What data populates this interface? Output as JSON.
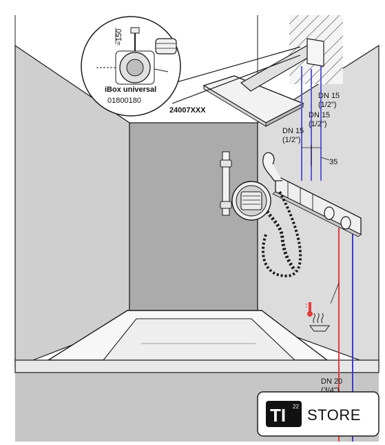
{
  "labels": {
    "ibox": "iBox universal",
    "ibox_code": "01800180",
    "product_code": "24007XXX",
    "pipe_top_1": "DN 15",
    "pipe_top_2": "(1/2\")",
    "pipe_mid_1": "DN 15",
    "pipe_mid_2": "(1/2\")",
    "pipe_low_1": "DN 15",
    "pipe_low_2": "(1/2\")",
    "spacing": "35",
    "main_pipe_1": "DN 20",
    "main_pipe_2": "(3/4\")",
    "dim_height": "≈150"
  },
  "badge": {
    "logo_text": "TI",
    "logo_sup": "22",
    "store_text": "STORE"
  },
  "colors": {
    "wall_back": "#ababab",
    "wall_left": "#cfcfcf",
    "wall_right": "#dcdcdc",
    "floor": "#c9c9c9",
    "hot_pipe": "#e53b3b",
    "cold_pipe": "#5a5ad6",
    "line": "#1a1a1a"
  },
  "icons": [
    "thermometer-icon",
    "steam-icon"
  ]
}
